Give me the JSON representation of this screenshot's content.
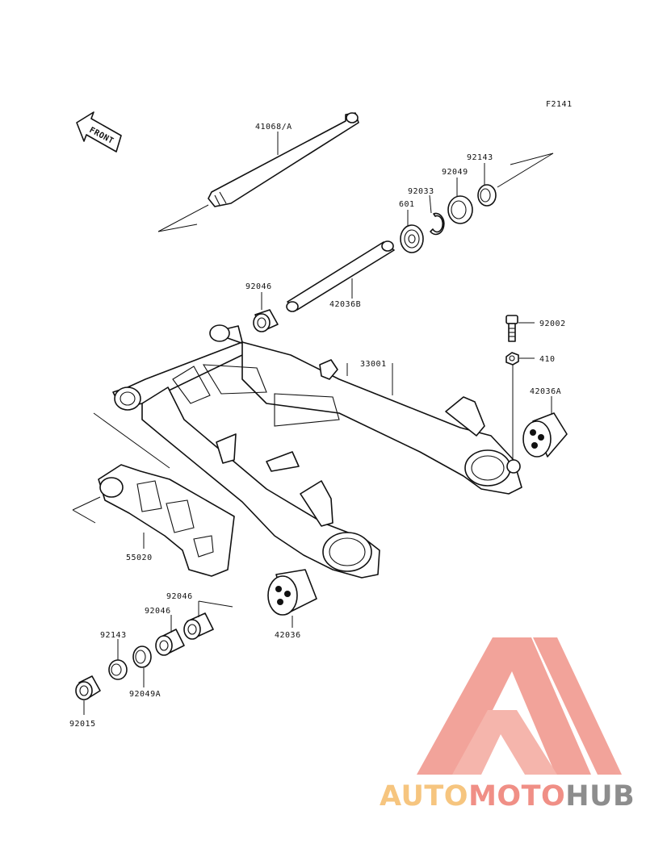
{
  "figure_code": "F2141",
  "front_label": "FRONT",
  "parts": {
    "p41068A": "41068/A",
    "p92143_top": "92143",
    "p92049": "92049",
    "p92033": "92033",
    "p601": "601",
    "p92046_top": "92046",
    "p42036B": "42036B",
    "p92002": "92002",
    "p410": "410",
    "p33001": "33001",
    "p42036A": "42036A",
    "p55020": "55020",
    "p42036": "42036",
    "p92046_lower_a": "92046",
    "p92046_lower_b": "92046",
    "p92143_lower": "92143",
    "p92049A": "92049A",
    "p92015": "92015"
  },
  "watermark": {
    "part1": "AUTO",
    "part2": "MOTO",
    "part3": "HUB",
    "colors": {
      "auto": "#f6c57f",
      "moto": "#f08f86",
      "hub": "#8d8d8d",
      "logo": "#f19a90"
    }
  }
}
